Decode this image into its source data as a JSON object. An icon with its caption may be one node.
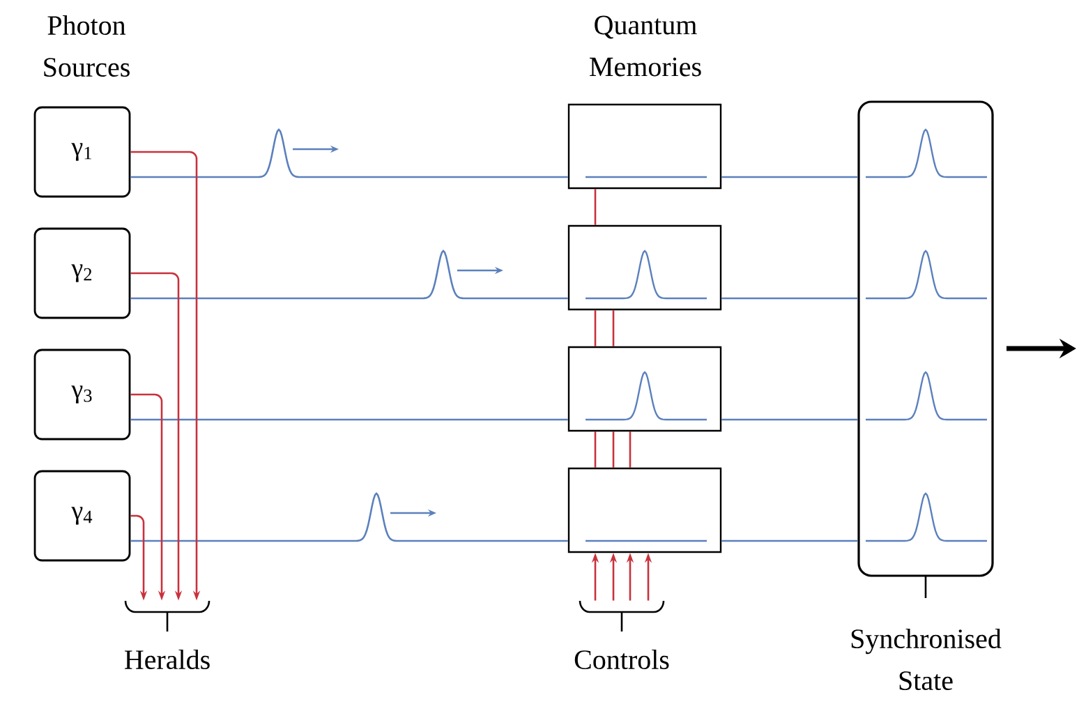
{
  "diagram": {
    "nodes": [
      {
        "text": [
          "γ$_{1}$"
        ]
      },
      {
        "text": [
          "γ$_{2}$"
        ]
      },
      {
        "text": [
          "γ$_{3}$"
        ]
      },
      {
        "text": [
          "γ$_{4}$"
        ]
      },
      {
        "text": [],
        "shape": "box"
      },
      {
        "text": [],
        "shape": "box"
      },
      {
        "text": [],
        "shape": "box"
      },
      {
        "text": [],
        "shape": "box"
      },
      {
        "text": [
          "Synchronised State"
        ]
      },
      {
        "text": [
          "Heralds"
        ]
      },
      {
        "text": [
          "Controls"
        ]
      }
    ],
    "edges": [
      {
        "from": 0,
        "to": 4,
        "arrow": "none",
        "color": "#5b80bd"
      },
      {
        "from": 1,
        "to": 5,
        "arrow": "none",
        "color": "#5b80bd"
      },
      {
        "from": 2,
        "to": 6,
        "arrow": "none",
        "color": "#5b80bd"
      },
      {
        "from": 3,
        "to": 7,
        "arrow": "none",
        "color": "#5b80bd"
      },
      {
        "from": 4,
        "to": 8,
        "arrow": "none",
        "color": "#5b80bd"
      },
      {
        "from": 5,
        "to": 8,
        "arrow": "none",
        "color": "#5b80bd"
      },
      {
        "from": 6,
        "to": 8,
        "arrow": "none",
        "color": "#5b80bd"
      },
      {
        "from": 7,
        "to": 8,
        "arrow": "none",
        "color": "#5b80bd"
      },
      {
        "from": 0,
        "to": 9,
        "arrow": "to"
      },
      {
        "from": 1,
        "to": 9,
        "arrow": "to"
      },
      {
        "from": 2,
        "to": 9,
        "arrow": "to"
      },
      {
        "from": 3,
        "to": 9,
        "arrow": "to"
      },
      {
        "from": 5,
        "to": 4,
        "arrow": "none"
      },
      {
        "from": 6,
        "to": 5,
        "arrow": "none"
      },
      {
        "from": 6,
        "to": 5,
        "arrow": "none"
      },
      {
        "from": 7,
        "to": 6,
        "arrow": "none"
      },
      {
        "from": 7,
        "to": 6,
        "arrow": "none"
      },
      {
        "from": 7,
        "to": 6,
        "arrow": "none"
      },
      {
        "from": 10,
        "to": 7,
        "arrow": "to"
      },
      {
        "from": 10,
        "to": 7,
        "arrow": "to"
      },
      {
        "from": 10,
        "to": 7,
        "arrow": "to"
      },
      {
        "from": 10,
        "to": 7,
        "arrow": "to"
      },
      {
        "from": 8,
        "to": null,
        "arrow": "to",
        "style": "thick",
        "color": "#000000"
      }
    ],
    "labels": [
      "Photon Sources",
      "Quantum Memories"
    ]
  }
}
